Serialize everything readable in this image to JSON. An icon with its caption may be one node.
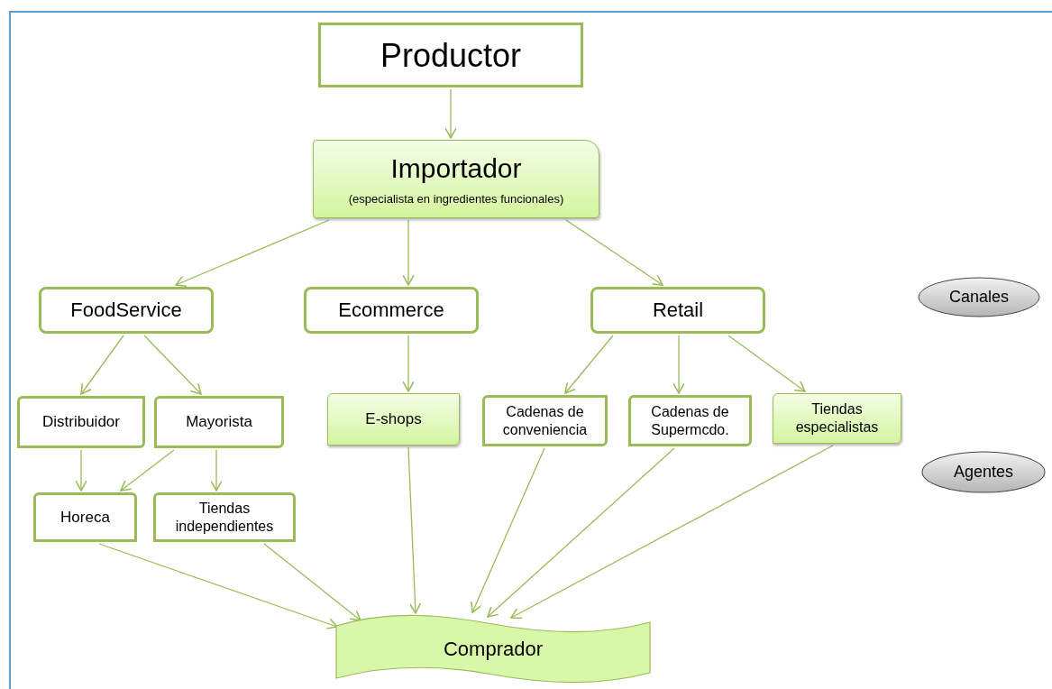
{
  "diagram": {
    "nodes": [
      {
        "text": [
          "Productor"
        ]
      },
      {
        "text": [
          "Importador",
          "(especialista en ingredientes funcionales)"
        ]
      },
      {
        "text": [
          "FoodService"
        ]
      },
      {
        "text": [
          "Ecommerce"
        ]
      },
      {
        "text": [
          "Retail"
        ]
      },
      {
        "text": [
          "Distribuidor"
        ]
      },
      {
        "text": [
          "Mayorista"
        ]
      },
      {
        "text": [
          "E-shops"
        ]
      },
      {
        "text": [
          "Cadenas de conveniencia"
        ]
      },
      {
        "text": [
          "Cadenas de Supermcdo."
        ]
      },
      {
        "text": [
          "Tiendas especialistas"
        ]
      },
      {
        "text": [
          "Horeca"
        ]
      },
      {
        "text": [
          "Tiendas independientes"
        ]
      },
      {
        "text": [
          "Comprador"
        ]
      },
      {
        "text": [
          "Canales"
        ]
      },
      {
        "text": [
          "Agentes"
        ]
      }
    ],
    "edges": [
      {
        "from": 0,
        "to": 1,
        "arrow": "to"
      },
      {
        "from": 1,
        "to": 2,
        "arrow": "to"
      },
      {
        "from": 1,
        "to": 3,
        "arrow": "to"
      },
      {
        "from": 1,
        "to": 4,
        "arrow": "to"
      },
      {
        "from": 2,
        "to": 5,
        "arrow": "to"
      },
      {
        "from": 2,
        "to": 6,
        "arrow": "to"
      },
      {
        "from": 3,
        "to": 7,
        "arrow": "to"
      },
      {
        "from": 4,
        "to": 8,
        "arrow": "to"
      },
      {
        "from": 4,
        "to": 9,
        "arrow": "to"
      },
      {
        "from": 4,
        "to": 10,
        "arrow": "to"
      },
      {
        "from": 5,
        "to": 11,
        "arrow": "to"
      },
      {
        "from": 6,
        "to": 11,
        "arrow": "to"
      },
      {
        "from": 6,
        "to": 12,
        "arrow": "to"
      },
      {
        "from": 11,
        "to": 13,
        "arrow": "to"
      },
      {
        "from": 12,
        "to": 13,
        "arrow": "to"
      },
      {
        "from": 7,
        "to": 13,
        "arrow": "to"
      },
      {
        "from": 8,
        "to": 13,
        "arrow": "to"
      },
      {
        "from": 9,
        "to": 13,
        "arrow": "to"
      },
      {
        "from": 10,
        "to": 13,
        "arrow": "to"
      }
    ]
  }
}
